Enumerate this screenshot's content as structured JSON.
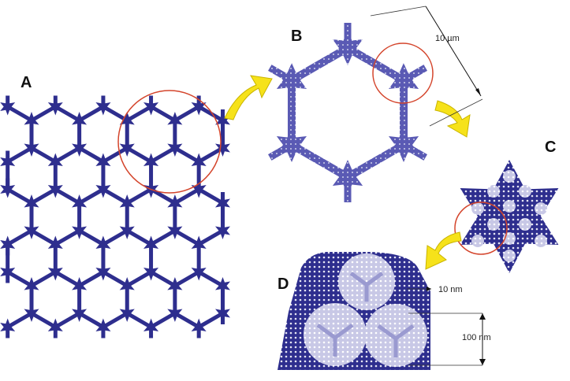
{
  "panels": {
    "a": {
      "label": "A"
    },
    "b": {
      "label": "B"
    },
    "c": {
      "label": "C"
    },
    "d": {
      "label": "D"
    }
  },
  "dimensions": {
    "scale_10um": "10 µm",
    "scale_10nm": "10 nm",
    "scale_100nm": "100 nm"
  },
  "colors": {
    "lattice": "#2e2e8e",
    "lattice_light": "#5a5ab4",
    "arrow": "#f6e21a",
    "arrow_stroke": "#c9b400",
    "magnifier": "#d4452c",
    "pore_fill": "#c8c8e6"
  }
}
